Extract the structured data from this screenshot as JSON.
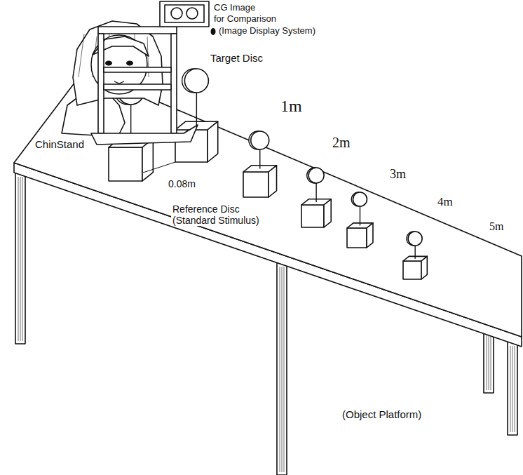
{
  "diagram": {
    "labels": [
      "CG Image",
      "for Comparison",
      "(Image Display System)",
      "Target Disc",
      "1m",
      "2m",
      "3m",
      "4m",
      "5m",
      "ChinStand",
      "0.08m",
      "Reference Disc (Standard Stimulus)",
      "(Object Platform)"
    ]
  }
}
